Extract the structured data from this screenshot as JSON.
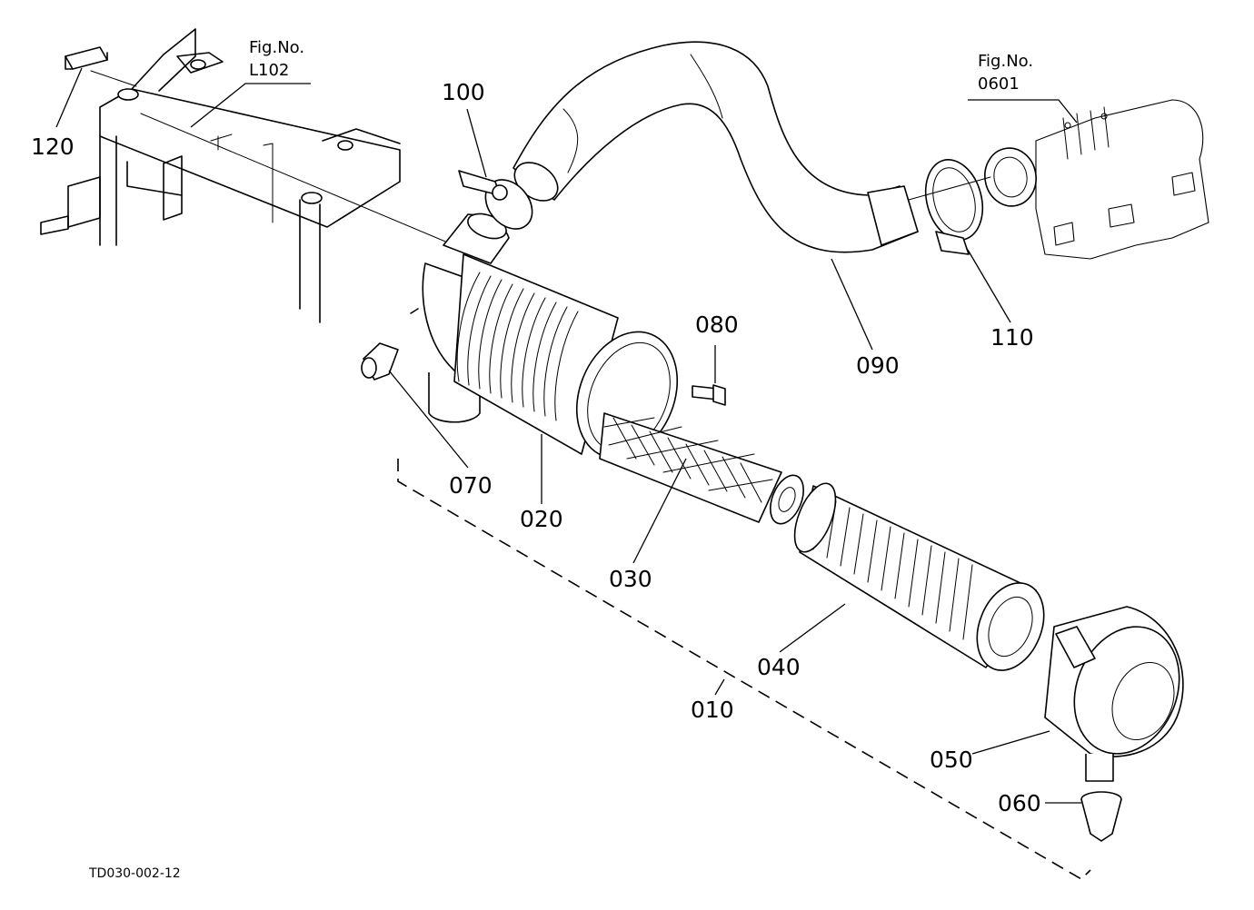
{
  "diagram": {
    "drawing_code": "TD030-002-12",
    "figure_refs": [
      {
        "label": "Fig.No.",
        "number": "L102"
      },
      {
        "label": "Fig.No.",
        "number": "0601"
      }
    ],
    "callouts": {
      "p010": "010",
      "p020": "020",
      "p030": "030",
      "p040": "040",
      "p050": "050",
      "p060": "060",
      "p070": "070",
      "p080": "080",
      "p090": "090",
      "p100": "100",
      "p110": "110",
      "p120": "120"
    }
  }
}
